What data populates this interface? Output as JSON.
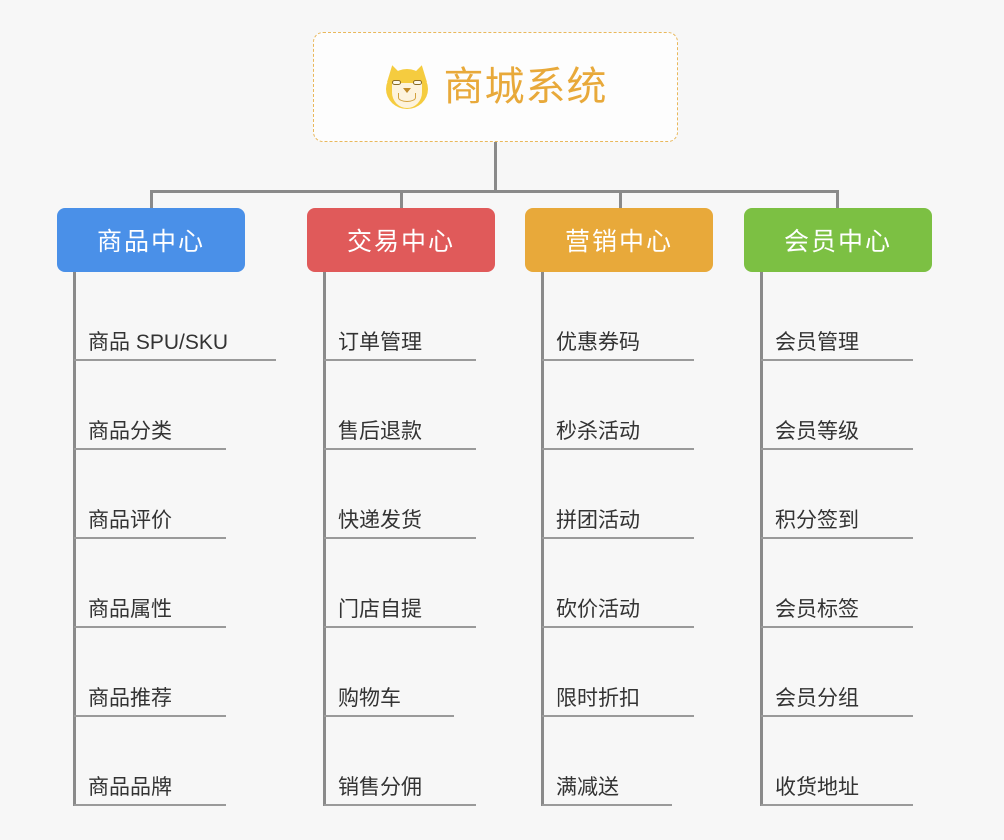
{
  "diagram": {
    "type": "mindmap",
    "background_color": "#f7f7f7",
    "connector_color": "#8a8a8a"
  },
  "root": {
    "title": "商城系统",
    "icon": "shiba-dog-face-icon",
    "text_color": "#e8a93a",
    "border_color": "#e9b85c",
    "background_color": "#fdfdfd"
  },
  "branches": [
    {
      "label": "商品中心",
      "color": "#4a90e8",
      "leaves": [
        {
          "label": "商品 SPU/SKU",
          "underline_width": 202
        },
        {
          "label": "商品分类",
          "underline_width": 152
        },
        {
          "label": "商品评价",
          "underline_width": 152
        },
        {
          "label": "商品属性",
          "underline_width": 152
        },
        {
          "label": "商品推荐",
          "underline_width": 152
        },
        {
          "label": "商品品牌",
          "underline_width": 152
        }
      ]
    },
    {
      "label": "交易中心",
      "color": "#e05a5a",
      "leaves": [
        {
          "label": "订单管理",
          "underline_width": 152
        },
        {
          "label": "售后退款",
          "underline_width": 152
        },
        {
          "label": "快递发货",
          "underline_width": 152
        },
        {
          "label": "门店自提",
          "underline_width": 152
        },
        {
          "label": "购物车",
          "underline_width": 130
        },
        {
          "label": "销售分佣",
          "underline_width": 152
        }
      ]
    },
    {
      "label": "营销中心",
      "color": "#e8a93a",
      "leaves": [
        {
          "label": "优惠券码",
          "underline_width": 152
        },
        {
          "label": "秒杀活动",
          "underline_width": 152
        },
        {
          "label": "拼团活动",
          "underline_width": 152
        },
        {
          "label": "砍价活动",
          "underline_width": 152
        },
        {
          "label": "限时折扣",
          "underline_width": 152
        },
        {
          "label": "满减送",
          "underline_width": 130
        }
      ]
    },
    {
      "label": "会员中心",
      "color": "#7cc043",
      "leaves": [
        {
          "label": "会员管理",
          "underline_width": 152
        },
        {
          "label": "会员等级",
          "underline_width": 152
        },
        {
          "label": "积分签到",
          "underline_width": 152
        },
        {
          "label": "会员标签",
          "underline_width": 152
        },
        {
          "label": "会员分组",
          "underline_width": 152
        },
        {
          "label": "收货地址",
          "underline_width": 152
        }
      ]
    }
  ]
}
